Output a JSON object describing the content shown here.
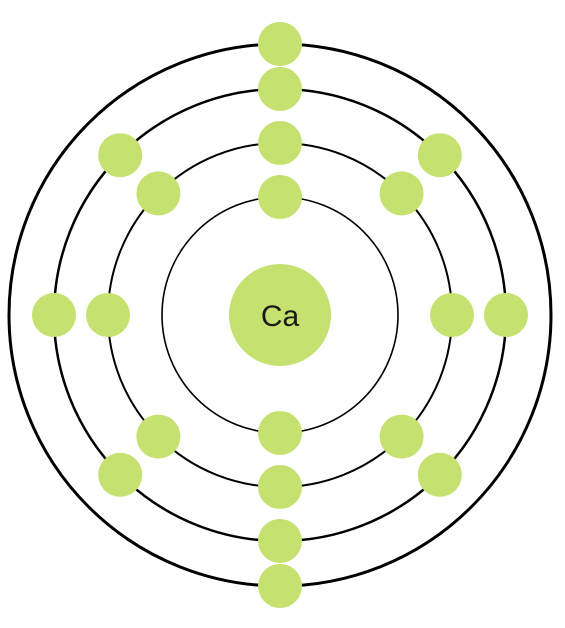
{
  "atom": {
    "symbol": "Ca",
    "shells": [
      2,
      8,
      8,
      2
    ]
  },
  "colors": {
    "electron": "#c5e170",
    "nucleus": "#c5e170",
    "orbit": "#000000",
    "label": "#1a1a1a",
    "background": "#ffffff"
  }
}
